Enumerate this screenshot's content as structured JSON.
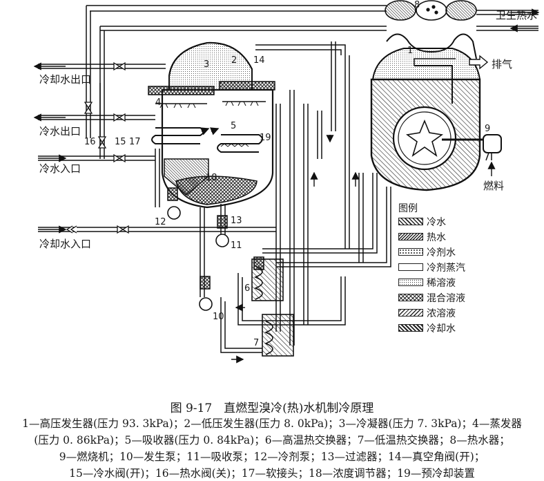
{
  "labels": {
    "hot_water": "卫生热水",
    "exhaust": "排气",
    "fuel": "燃料",
    "cooling_out": "冷却水出口",
    "chilled_out": "冷水出口",
    "chilled_in": "冷水入口",
    "cooling_in": "冷却水入口"
  },
  "component_numbers": [
    "1",
    "2",
    "3",
    "4",
    "5",
    "6",
    "7",
    "8",
    "9",
    "10",
    "11",
    "12",
    "13",
    "14",
    "15",
    "16",
    "17",
    "18",
    "19"
  ],
  "legend": {
    "title": "图例",
    "items": [
      {
        "label": "冷水",
        "pattern": "hatch-right"
      },
      {
        "label": "热水",
        "pattern": "hatch-left-dense"
      },
      {
        "label": "冷剂水",
        "pattern": "dots"
      },
      {
        "label": "冷剂蒸汽",
        "pattern": "blank"
      },
      {
        "label": "稀溶液",
        "pattern": "stipple"
      },
      {
        "label": "混合溶液",
        "pattern": "crosshatch"
      },
      {
        "label": "浓溶液",
        "pattern": "hatch-left"
      },
      {
        "label": "冷却水",
        "pattern": "hatch-right-bold"
      }
    ]
  },
  "caption": "图 9-17　直燃型溴冷(热)水机制冷原理",
  "notes": [
    "1—高压发生器(压力 93. 3kPa)；2—低压发生器(压力 8. 0kPa)；3—冷凝器(压力 7. 3kPa)；4—蒸发器",
    "(压力 0. 86kPa)；5—吸收器(压力 0. 84kPa)；6—高温热交换器；7—低温热交换器；8—热水器；",
    "9—燃烧机；10—发生泵；11—吸收泵；12—冷剂泵；13—过滤器；14—真空角阀(开)；",
    "15—冷水阀(开)；16—热水阀(关)；17—软接头；18—浓度调节器；19—预冷却装置"
  ]
}
